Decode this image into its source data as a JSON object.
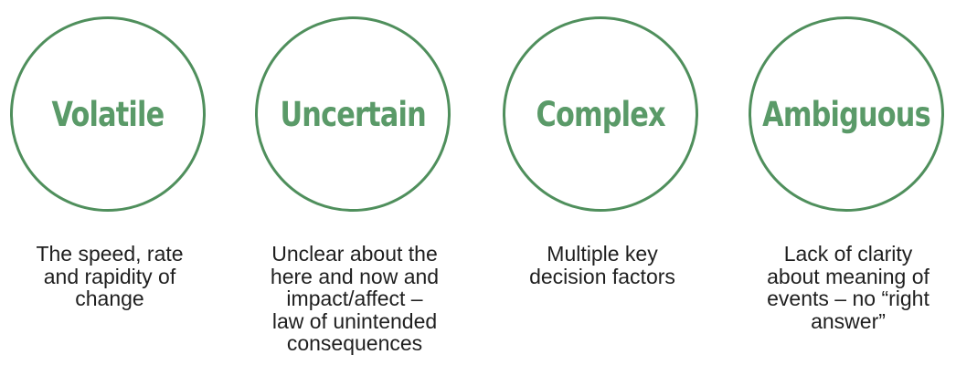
{
  "colors": {
    "accent": "#5a9a68",
    "circle_border": "#4f8f5c",
    "text": "#1f1f1f"
  },
  "items": [
    {
      "title": "Volatile",
      "description": "The speed, rate\nand rapidity of\nchange"
    },
    {
      "title": "Uncertain",
      "description": "Unclear about the\nhere and now and\nimpact/affect –\nlaw of unintended\nconsequences"
    },
    {
      "title": "Complex",
      "description": "Multiple key\ndecision factors"
    },
    {
      "title": "Ambiguous",
      "description": "Lack of clarity\nabout meaning of\nevents – no “right\nanswer”"
    }
  ]
}
